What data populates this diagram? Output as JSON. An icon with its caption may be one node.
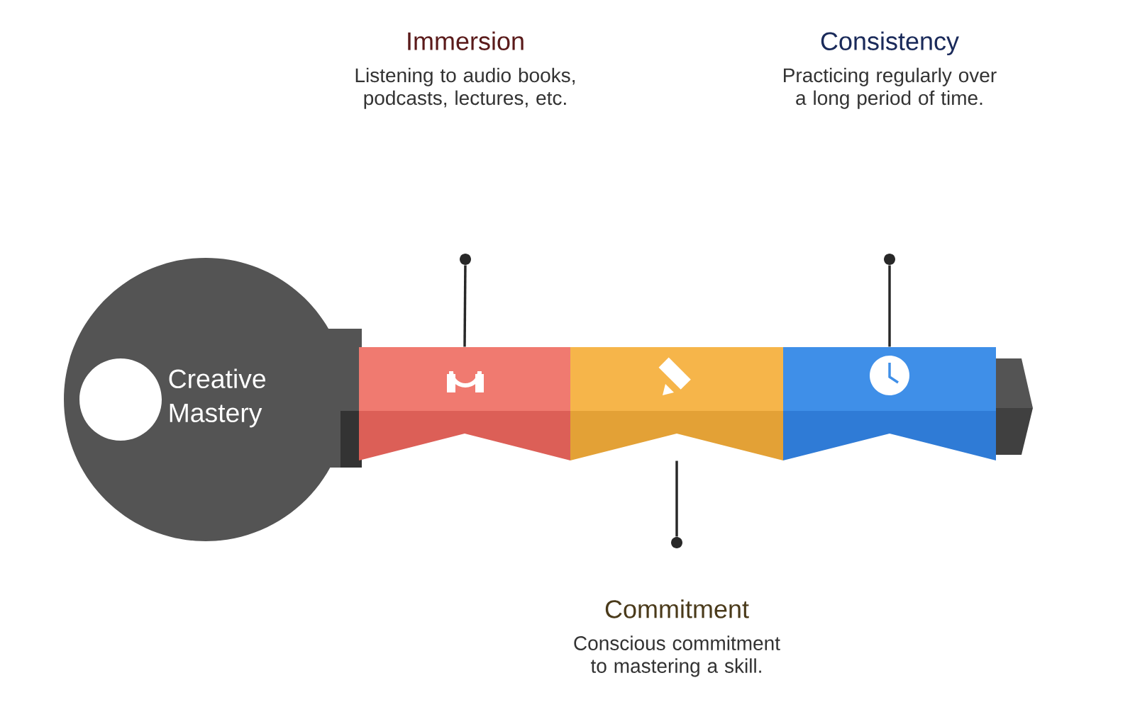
{
  "diagram": {
    "nodes": [
      {
        "text": [
          "Creative Mastery"
        ]
      },
      {
        "text": [],
        "shape": "box"
      },
      {
        "text": [],
        "shape": "box"
      },
      {
        "text": [],
        "shape": "box"
      },
      {
        "text": [
          "Immersion",
          "Listening to audio books, podcasts, lectures, etc."
        ]
      },
      {
        "text": [
          "Consistency",
          "Practicing regularly over a long period of time."
        ]
      },
      {
        "text": [
          "Commitment",
          "Conscious commitment to mastering a skill."
        ]
      },
      {
        "text": [],
        "shape": "circle"
      },
      {
        "text": [],
        "shape": "circle"
      },
      {
        "text": [],
        "shape": "circle"
      }
    ],
    "edges": [
      {
        "from": 7,
        "to": 1,
        "arrow": "none"
      },
      {
        "from": 8,
        "to": 2,
        "arrow": "none"
      },
      {
        "from": 9,
        "to": 3,
        "arrow": "none"
      }
    ]
  }
}
